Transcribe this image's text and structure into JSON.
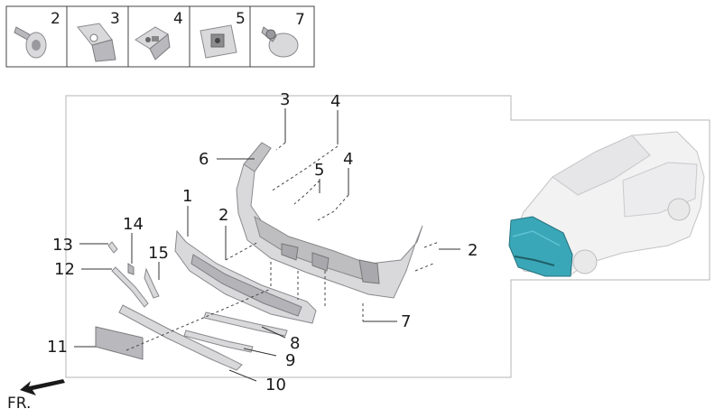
{
  "thumbnails": [
    {
      "label": "2",
      "icon": "push-rivet-icon"
    },
    {
      "label": "3",
      "icon": "clip-nut-icon"
    },
    {
      "label": "4",
      "icon": "bracket-clip-icon"
    },
    {
      "label": "5",
      "icon": "speed-nut-icon"
    },
    {
      "label": "7",
      "icon": "expanding-rivet-icon"
    }
  ],
  "callouts": {
    "c1": "1",
    "c2a": "2",
    "c2b": "2",
    "c3": "3",
    "c4a": "4",
    "c4b": "4",
    "c5": "5",
    "c6": "6",
    "c7": "7",
    "c8": "8",
    "c9": "9",
    "c10": "10",
    "c11": "11",
    "c12": "12",
    "c13": "13",
    "c14": "14",
    "c15": "15"
  },
  "direction_label": "FR.",
  "colors": {
    "highlight": "#3aa7b8",
    "part_fill": "#d9d9db",
    "frame": "#b5b5b5"
  }
}
